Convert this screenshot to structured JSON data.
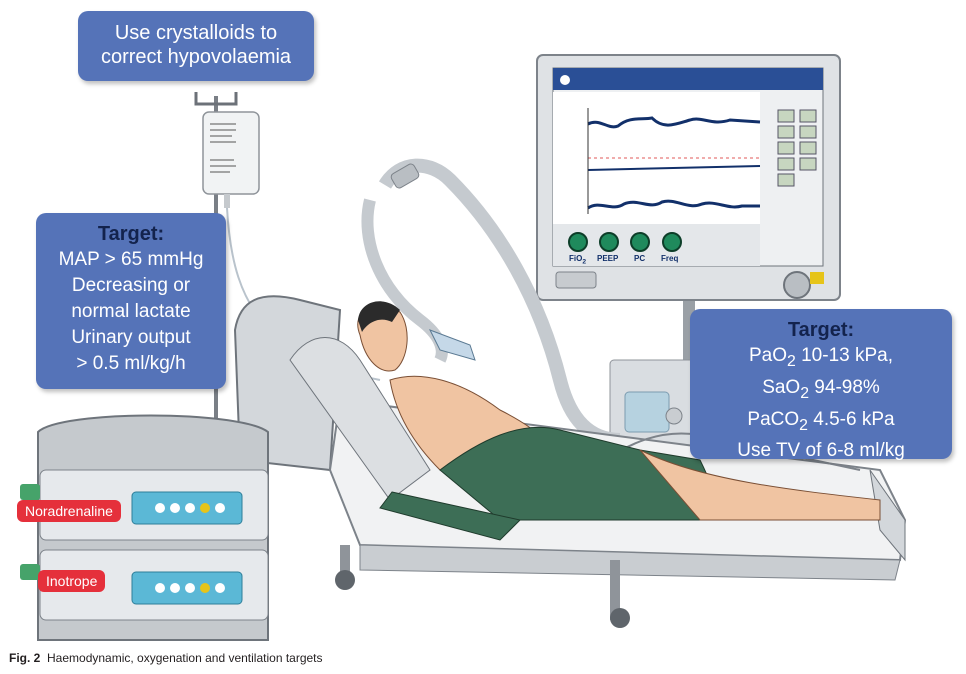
{
  "callouts": {
    "crystalloids": {
      "lines": [
        "Use crystalloids to",
        "correct hypovolaemia"
      ]
    },
    "haemodynamic": {
      "header": "Target:",
      "lines": [
        "MAP > 65 mmHg",
        "Decreasing or",
        "normal lactate",
        "Urinary output",
        "> 0.5 ml/kg/h"
      ]
    },
    "ventilation": {
      "header": "Target:",
      "pao2": {
        "prefix": "PaO",
        "sub": "2",
        "suffix": " 10-13 kPa,"
      },
      "sao2": {
        "prefix": "SaO",
        "sub": "2",
        "suffix": " 94-98%"
      },
      "paco2": {
        "prefix": "PaCO",
        "sub": "2",
        "suffix": " 4.5-6 kPa"
      },
      "tv": "Use TV of 6-8 ml/kg"
    }
  },
  "pumps": {
    "top_label": "Noradrenaline",
    "bottom_label": "Inotrope"
  },
  "monitor": {
    "knobs": {
      "fio2": {
        "prefix": "FiO",
        "sub": "2"
      },
      "peep": "PEEP",
      "pc": "PC",
      "freq": "Freq"
    }
  },
  "caption": {
    "label": "Fig. 2",
    "text": "Haemodynamic, oxygenation and ventilation targets"
  },
  "colors": {
    "callout": "#5573b8",
    "callout_header": "#13234d",
    "pump_tag": "#e5303b",
    "monitor_screen": "#2a4f96",
    "knob": "#1f8a5c",
    "sheet": "#3d6e56"
  }
}
